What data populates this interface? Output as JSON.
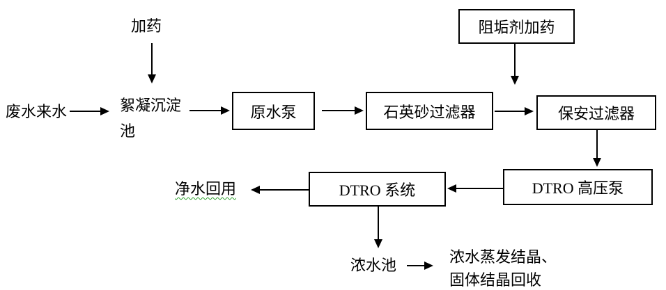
{
  "diagram": {
    "background_color": "#ffffff",
    "line_color": "#000000",
    "text_color": "#000000",
    "grammar_underline_color": "#2da12d",
    "nodes": {
      "dosing_label": "加药",
      "influent_label": "废水来水",
      "flocculation_tank_label": "絮凝沉淀池",
      "raw_water_pump": "原水泵",
      "quartz_sand_filter": "石英砂过滤器",
      "scale_inhibitor_dosing": "阻垢剂加药",
      "cartridge_filter": "保安过滤器",
      "dtro_high_pressure_pump": "DTRO 高压泵",
      "dtro_system": "DTRO 系统",
      "clean_water_reuse": "净水回用",
      "concentrate_tank": "浓水池",
      "concentrate_treatment": "浓水蒸发结晶、固体结晶回收"
    },
    "edges": [
      {
        "from": "influent_label",
        "to": "flocculation_tank_label",
        "direction": "right"
      },
      {
        "from": "dosing_label",
        "to": "flocculation_tank_label",
        "direction": "down"
      },
      {
        "from": "flocculation_tank_label",
        "to": "raw_water_pump",
        "direction": "right"
      },
      {
        "from": "raw_water_pump",
        "to": "quartz_sand_filter",
        "direction": "right"
      },
      {
        "from": "quartz_sand_filter",
        "to": "cartridge_filter",
        "direction": "right"
      },
      {
        "from": "scale_inhibitor_dosing",
        "to": "cartridge_filter",
        "direction": "down"
      },
      {
        "from": "cartridge_filter",
        "to": "dtro_high_pressure_pump",
        "direction": "down"
      },
      {
        "from": "dtro_high_pressure_pump",
        "to": "dtro_system",
        "direction": "left"
      },
      {
        "from": "dtro_system",
        "to": "clean_water_reuse",
        "direction": "left"
      },
      {
        "from": "dtro_system",
        "to": "concentrate_tank",
        "direction": "down"
      },
      {
        "from": "concentrate_tank",
        "to": "concentrate_treatment",
        "direction": "right"
      }
    ]
  }
}
